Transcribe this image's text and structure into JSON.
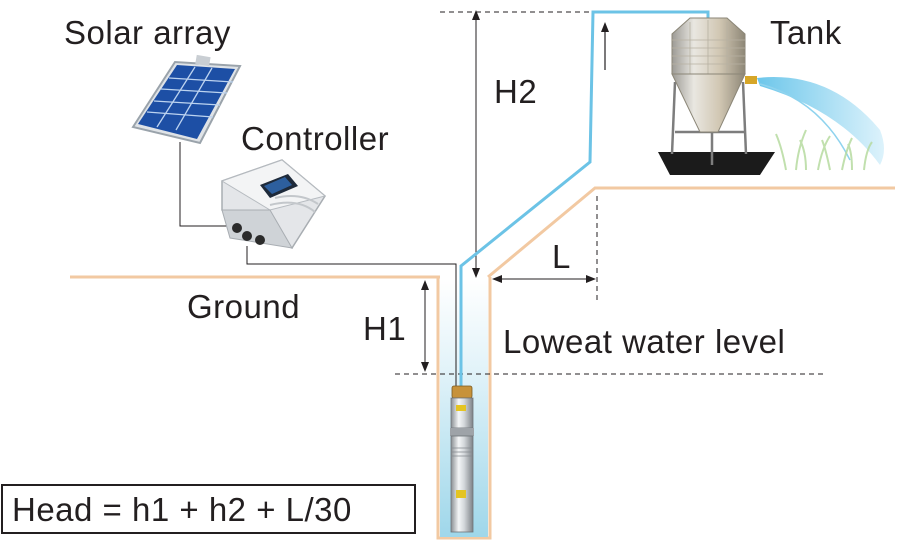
{
  "labels": {
    "solar_array": "Solar array",
    "controller": "Controller",
    "tank": "Tank",
    "h2": "H2",
    "l": "L",
    "ground": "Ground",
    "h1": "H1",
    "water_level": "Loweat water level",
    "formula": "Head = h1 + h2 + L/30"
  },
  "colors": {
    "pipe": "#6cc3e6",
    "ground_line": "#f2c9a2",
    "well_water": "#c7e9f4",
    "text": "#231f20",
    "panel_blue": "#1d4fa5"
  },
  "icons": {
    "solar_panel": "solar-panel-icon",
    "controller": "controller-box-icon",
    "tank": "water-tank-icon",
    "pump": "submersible-pump-icon",
    "grass": "grass-icon",
    "water_spray": "water-spray-icon"
  }
}
